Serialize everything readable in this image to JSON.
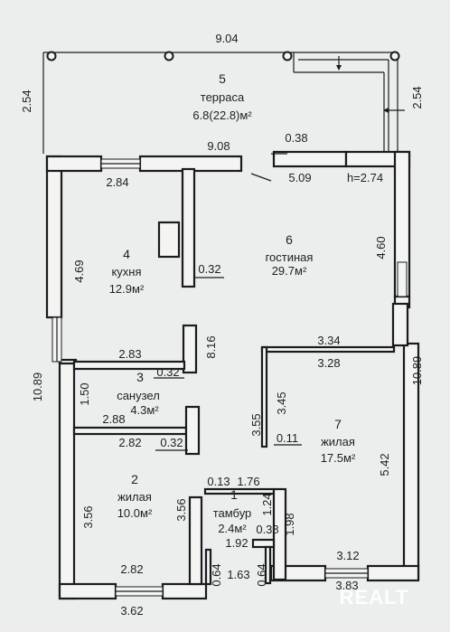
{
  "terrace": {
    "number": "5",
    "name": "терраса",
    "area": "6.8(22.8)м²",
    "width_top": "9.04",
    "depth_left": "2.54",
    "depth_right": "2.54"
  },
  "kitchen": {
    "number": "4",
    "name": "кухня",
    "area": "12.9м²"
  },
  "living": {
    "number": "6",
    "name": "гостиная",
    "area": "29.7м²"
  },
  "bathroom": {
    "number": "3",
    "name": "санузел",
    "area": "4.3м²"
  },
  "bedroom_small": {
    "number": "2",
    "name": "жилая",
    "area": "10.0м²"
  },
  "bedroom_large": {
    "number": "7",
    "name": "жилая",
    "area": "17.5м²"
  },
  "vestibule": {
    "number": "1",
    "name": "тамбур",
    "area": "2.4м²"
  },
  "dims": {
    "top_wall": "9.08",
    "opening_038_top": "0.38",
    "living_width": "5.09",
    "height": "h=2.74",
    "kitchen_width": "2.84",
    "kitchen_depth": "4.69",
    "kitchen_wall": "0.32",
    "living_depth": "4.60",
    "outer_left": "10.89",
    "outer_right": "10.89",
    "bath_top": "2.83",
    "bath_wall_len": "8.16",
    "bath_wall_thk": "0.32",
    "bath_depth": "1.50",
    "bath_bottom": "2.88",
    "bed_top": "2.82",
    "bed_wall_thk": "0.32",
    "bed7_outer_top": "3.34",
    "bed7_inner_top": "3.28",
    "bed7_wall_a": "3.45",
    "bed7_wall_b": "3.55",
    "bed7_wall_thk": "0.11",
    "bed7_depth": "5.42",
    "bed2_left": "3.56",
    "bed2_right": "3.56",
    "bed2_bottom_inner": "2.82",
    "bed2_bottom_outer": "3.62",
    "vest_013": "0.13",
    "vest_176": "1.76",
    "vest_124": "1.24",
    "vest_038": "0.38",
    "vest_192": "1.92",
    "vest_198": "1.98",
    "porch_left": "0.64",
    "porch_mid": "1.63",
    "porch_right": "0.64",
    "bed7_bottom_inner": "3.12",
    "bed7_bottom_outer": "3.83"
  },
  "brand": "REALT"
}
